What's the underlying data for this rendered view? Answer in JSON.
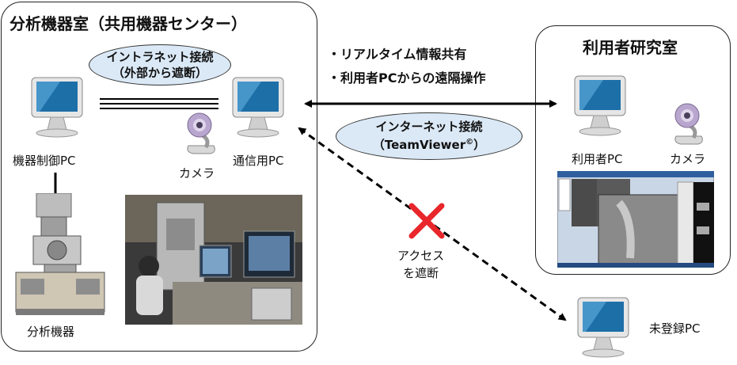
{
  "lab_room": {
    "title": "分析機器室（共用機器センター）",
    "intranet_line1": "イントラネット接続",
    "intranet_line2": "（外部から遮断）",
    "control_pc_label": "機器制御PC",
    "comm_pc_label": "通信用PC",
    "camera_label": "カメラ",
    "instrument_label": "分析機器"
  },
  "features": [
    "・リアルタイム情報共有",
    "・利用者PCからの遠隔操作"
  ],
  "internet": {
    "line1": "インターネット接続",
    "line2": "（TeamViewer",
    "superscript": "©",
    "line2_end": "）"
  },
  "user_room": {
    "title": "利用者研究室",
    "user_pc_label": "利用者PC",
    "camera_label": "カメラ"
  },
  "blocked": {
    "line1": "アクセス",
    "line2": "を遮断"
  },
  "unregistered_pc_label": "未登録PC",
  "colors": {
    "bubble_fill": "#dbe9f6",
    "block_mark": "#e8262b",
    "monitor_screen": "#1d6fa8"
  }
}
